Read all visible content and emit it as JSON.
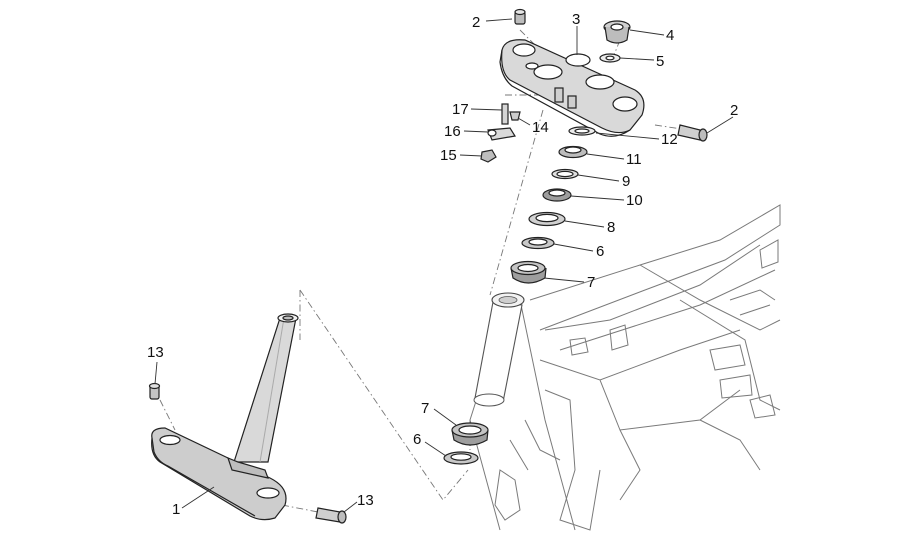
{
  "diagram": {
    "callouts": [
      {
        "id": "c2a",
        "text": "2"
      },
      {
        "id": "c3",
        "text": "3"
      },
      {
        "id": "c4",
        "text": "4"
      },
      {
        "id": "c5",
        "text": "5"
      },
      {
        "id": "c2b",
        "text": "2"
      },
      {
        "id": "c17",
        "text": "17"
      },
      {
        "id": "c14",
        "text": "14"
      },
      {
        "id": "c16",
        "text": "16"
      },
      {
        "id": "c12",
        "text": "12"
      },
      {
        "id": "c15",
        "text": "15"
      },
      {
        "id": "c11",
        "text": "11"
      },
      {
        "id": "c9",
        "text": "9"
      },
      {
        "id": "c10",
        "text": "10"
      },
      {
        "id": "c8",
        "text": "8"
      },
      {
        "id": "c6a",
        "text": "6"
      },
      {
        "id": "c7a",
        "text": "7"
      },
      {
        "id": "c13a",
        "text": "13"
      },
      {
        "id": "c7b",
        "text": "7"
      },
      {
        "id": "c6b",
        "text": "6"
      },
      {
        "id": "c13b",
        "text": "13"
      },
      {
        "id": "c1",
        "text": "1"
      }
    ]
  }
}
